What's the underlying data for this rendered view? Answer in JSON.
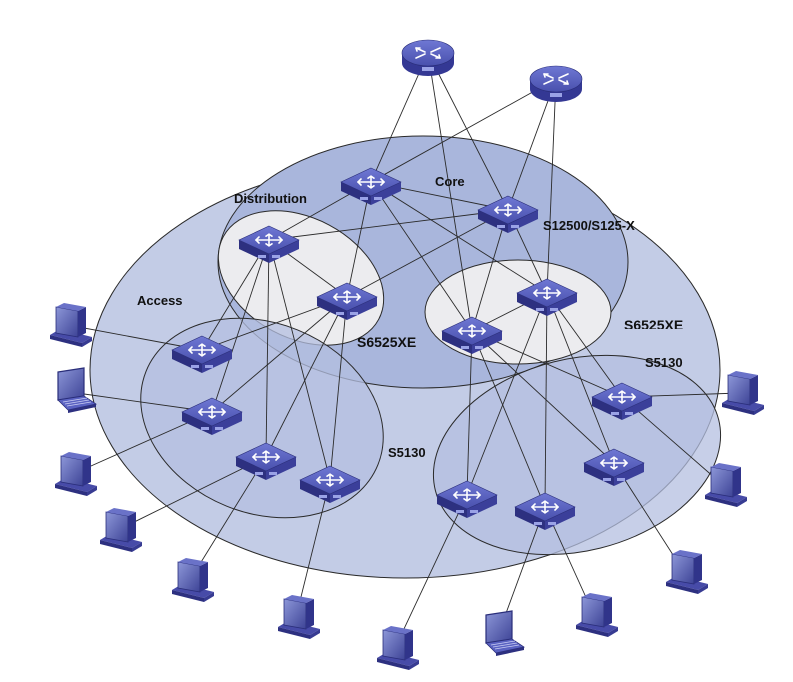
{
  "labels": {
    "core": "Core",
    "distribution": "Distribution",
    "access": "Access",
    "s12500": "S12500/S125-X",
    "s6525_left": "S6525XE",
    "s6525_right": "S6525XE",
    "s5130_left": "S5130",
    "s5130_right": "S5130"
  },
  "colors": {
    "outer_zone": "#c3cce6",
    "core_zone": "#a9b6dc",
    "distribution_zone": "#ececef",
    "access_zone": "#b4bfe0",
    "device_body": "#3b3f9a",
    "device_top": "#5a62c2",
    "link": "#2b2b2b"
  },
  "icons": {
    "router": "router-icon",
    "switch": "switch-icon",
    "desktop": "desktop-computer-icon",
    "laptop": "laptop-icon"
  }
}
